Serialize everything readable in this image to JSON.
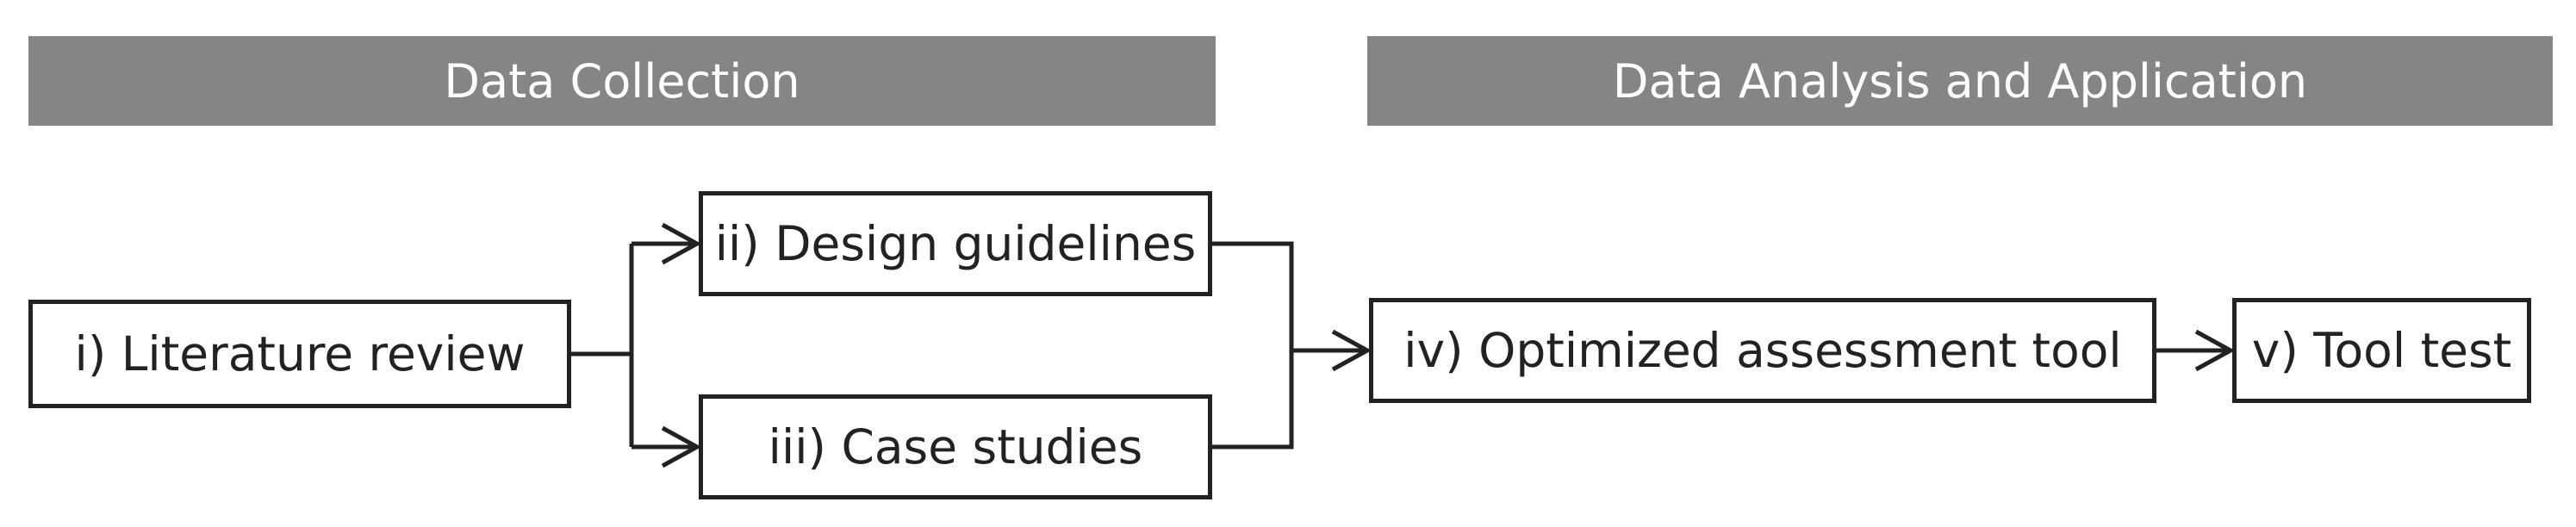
{
  "headers": {
    "collection": "Data Collection",
    "analysis": "Data Analysis and Application"
  },
  "steps": {
    "literature": "i) Literature review",
    "design": "ii) Design guidelines",
    "case": "iii) Case studies",
    "optimized": "iv) Optimized assessment tool",
    "test": "v) Tool test"
  },
  "colors": {
    "header_bg": "#858585",
    "header_text": "#ffffff",
    "line": "#222222"
  }
}
